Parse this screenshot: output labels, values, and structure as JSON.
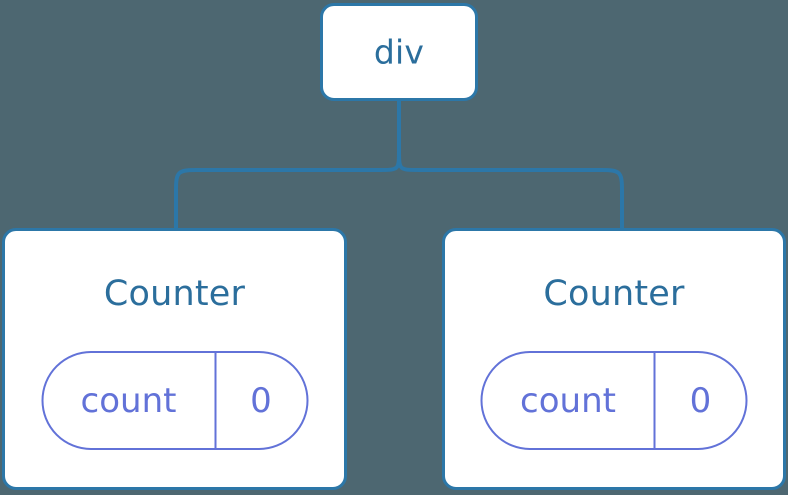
{
  "canvas": {
    "background_color": "#4d6771",
    "node_border_color": "#2c77a8",
    "node_text_color": "#2b6e9c",
    "pill_color": "#6272d8",
    "connector_color": "#2c77a8"
  },
  "tree": {
    "root": {
      "label": "div"
    },
    "children": [
      {
        "label": "Counter",
        "state": {
          "key": "count",
          "value": "0"
        }
      },
      {
        "label": "Counter",
        "state": {
          "key": "count",
          "value": "0"
        }
      }
    ]
  }
}
